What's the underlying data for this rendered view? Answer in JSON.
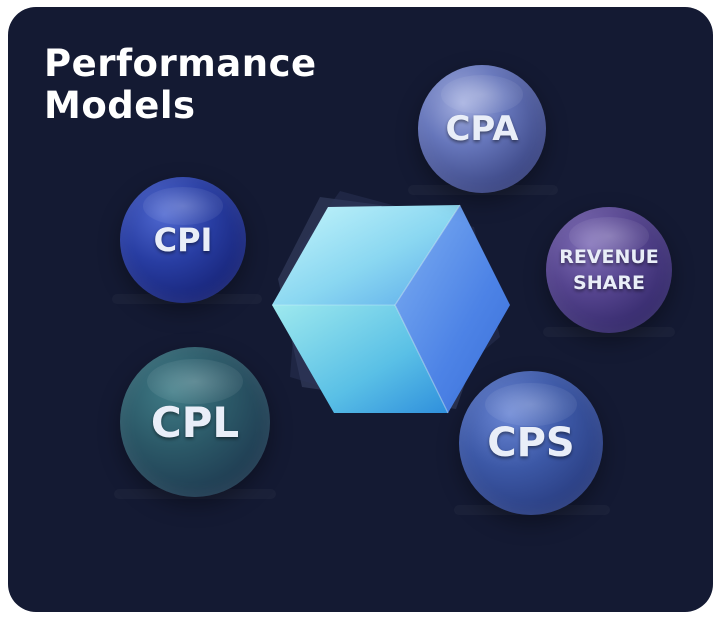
{
  "title": {
    "line1": "Performance",
    "line2": "Models"
  },
  "models": {
    "cpa": "CPA",
    "cpi": "CPI",
    "revenue_line1": "REVENUE",
    "revenue_line2": "SHARE",
    "cpl": "CPL",
    "cps": "CPS"
  },
  "colors": {
    "background": "#141a33",
    "text": "#ffffff",
    "cube_light": "#a9eef8",
    "cube_mid": "#5fb6ec",
    "cube_dark": "#3b7ee4"
  }
}
